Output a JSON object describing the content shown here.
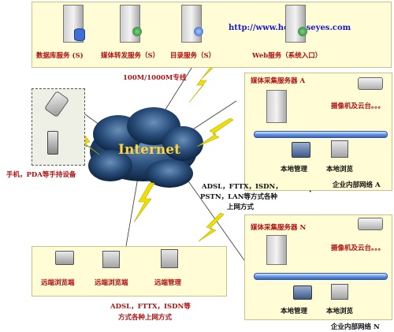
{
  "server_panel": {
    "url": "http://www.hermeseyes.com",
    "servers": [
      {
        "label": "数据库服务 (S)",
        "icon": "database-server-icon"
      },
      {
        "label": "媒体转发服务（S）",
        "icon": "media-forward-server-icon"
      },
      {
        "label": "目录服务（S）",
        "icon": "directory-server-icon"
      },
      {
        "label": "Web服务（系统入口）",
        "icon": "web-server-icon"
      }
    ]
  },
  "dedicated_line_label": "100M/1000M专线",
  "internet_label": "Internet",
  "handheld": {
    "label": "手机，PDA等手持设备"
  },
  "access_methods_right": [
    "ADSL，FTTX，ISDN，",
    "PSTN，LAN等方式各种",
    "上网方式"
  ],
  "site_a": {
    "title": "媒体采集服务器 A",
    "camera_label": "摄像机及云台。。。",
    "local_manage": "本地管理",
    "local_browse": "本地浏览",
    "network_label": "企业内部网络 A"
  },
  "site_n": {
    "title": "媒体采集服务器 N",
    "camera_label": "摄像机及云台。。。",
    "local_manage": "本地管理",
    "local_browse": "本地浏览",
    "network_label": "企业内部网络 N"
  },
  "remote_panel": {
    "clients": [
      "远端浏览端",
      "远端浏览端",
      "远端管理"
    ],
    "access_methods": [
      "ADSL，FTTX，ISDN等",
      "方式各种上网方式"
    ]
  },
  "colors": {
    "panel_fill": "#fffcd6",
    "label_red": "#b01010",
    "url_blue": "#1a1acc",
    "lightning": "#f0e000",
    "cloud": "#1d3f66"
  }
}
